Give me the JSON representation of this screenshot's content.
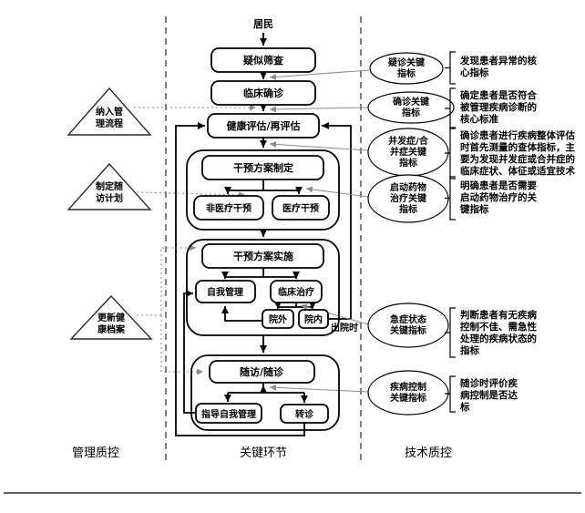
{
  "flow": {
    "resident": "居民",
    "screening": "疑似筛查",
    "diagnosis": "临床确诊",
    "assessment": "健康评估/再评估",
    "plan": "干预方案制定",
    "non_medical": "非医疗干预",
    "medical": "医疗干预",
    "implement": "干预方案实施",
    "self_mgmt": "自我管理",
    "clinical": "临床治疗",
    "out_hospital": "院外",
    "in_hospital": "院内",
    "discharge_label": "出院时",
    "followup": "随访/随诊",
    "guide_self_mgmt": "指导自我管理",
    "referral": "转诊"
  },
  "triangles": [
    {
      "lines": [
        "纳入管",
        "理流程"
      ]
    },
    {
      "lines": [
        "制定随",
        "访计划"
      ]
    },
    {
      "lines": [
        "更新健",
        "康档案"
      ]
    }
  ],
  "ellipses": [
    {
      "lines": [
        "疑诊关键",
        "指标"
      ]
    },
    {
      "lines": [
        "确诊关键",
        "指标"
      ]
    },
    {
      "lines": [
        "并发症/合",
        "并症关键",
        "指标"
      ]
    },
    {
      "lines": [
        "启动药物",
        "治疗关键",
        "指标"
      ]
    },
    {
      "lines": [
        "急症状态",
        "关键指标"
      ]
    },
    {
      "lines": [
        "疾病控制",
        "关键指标"
      ]
    }
  ],
  "annotations": [
    {
      "lines": [
        "发现患者异常的核",
        "心指标"
      ]
    },
    {
      "lines": [
        "确定患者是否符合",
        "被管理疾病诊断的",
        "核心标准"
      ]
    },
    {
      "lines": [
        "确诊患者进行疾病整体评估",
        "时首先测量的查体指标，主",
        "要为发现并发症或合并症的",
        "临床症状、体征或适宜技术"
      ]
    },
    {
      "lines": [
        "明确患者是否需要",
        "启动药物治疗的关",
        "键指标"
      ]
    },
    {
      "lines": [
        "判断患者有无疾病",
        "控制不佳、需急性",
        "处理的疾病状态的",
        "指标"
      ]
    },
    {
      "lines": [
        "随诊时评价疾",
        "病控制是否达",
        "标"
      ]
    }
  ],
  "lanes": [
    "管理质控",
    "关键环节",
    "技术质控"
  ],
  "colors": {
    "connector_gray": "#8a8a8a",
    "line_black": "#000000",
    "background": "#ffffff"
  }
}
